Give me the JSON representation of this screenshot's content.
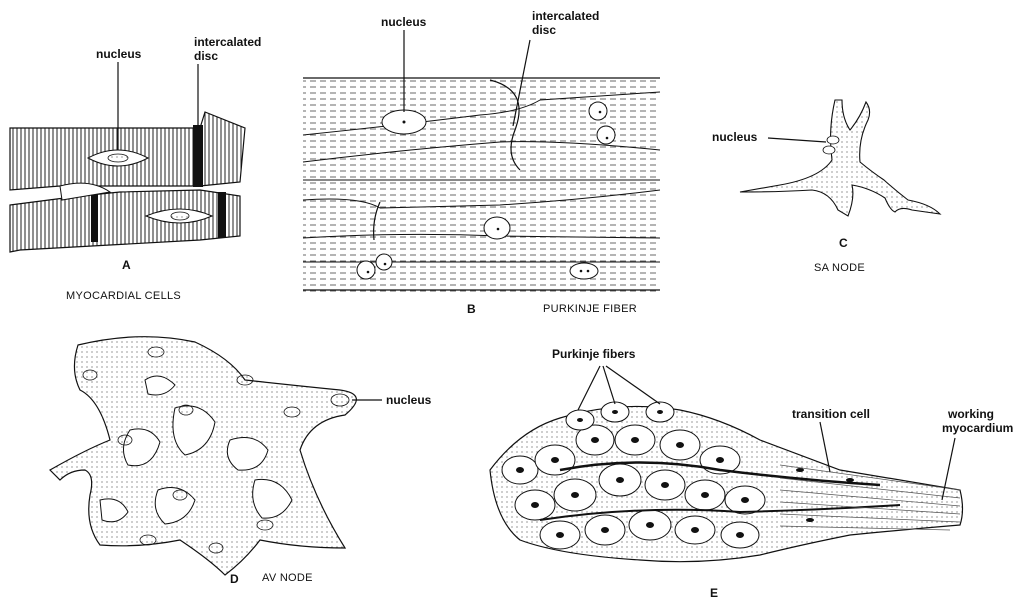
{
  "panel_a": {
    "letter": "A",
    "caption": "MYOCARDIAL CELLS",
    "label_nucleus": "nucleus",
    "label_disc_line1": "intercalated",
    "label_disc_line2": "disc"
  },
  "panel_b": {
    "letter": "B",
    "caption": "PURKINJE FIBER",
    "label_nucleus": "nucleus",
    "label_disc_line1": "intercalated",
    "label_disc_line2": "disc"
  },
  "panel_c": {
    "letter": "C",
    "caption": "SA NODE",
    "label_nucleus": "nucleus"
  },
  "panel_d": {
    "letter": "D",
    "caption": "AV NODE",
    "label_nucleus": "nucleus"
  },
  "panel_e": {
    "letter": "E",
    "label_purkinje": "Purkinje fibers",
    "label_transition": "transition cell",
    "label_working_line1": "working",
    "label_working_line2": "myocardium"
  }
}
